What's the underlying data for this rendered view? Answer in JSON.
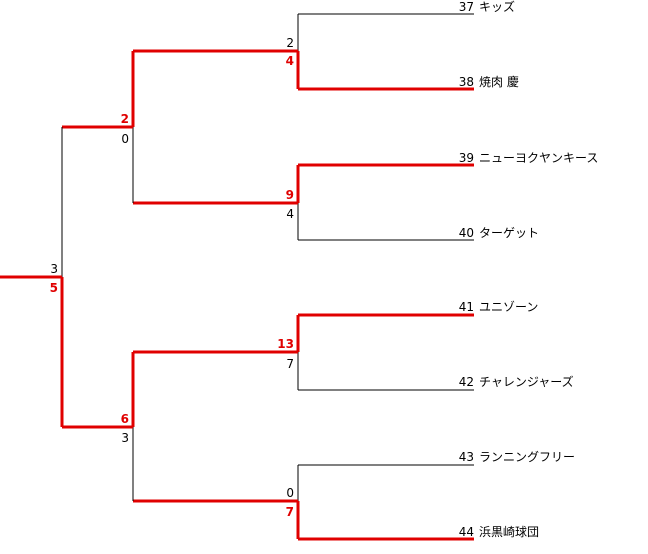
{
  "teams": [
    {
      "number": "37",
      "name": "キッズ"
    },
    {
      "number": "38",
      "name": "焼肉 慶"
    },
    {
      "number": "39",
      "name": "ニューヨクヤンキース"
    },
    {
      "number": "40",
      "name": "ターゲット"
    },
    {
      "number": "41",
      "name": "ユニゾーン"
    },
    {
      "number": "42",
      "name": "チャレンジャーズ"
    },
    {
      "number": "43",
      "name": "ランニングフリー"
    },
    {
      "number": "44",
      "name": "浜黒崎球団"
    }
  ],
  "round1": [
    {
      "top_score": "2",
      "bottom_score": "4",
      "winner": "bottom"
    },
    {
      "top_score": "9",
      "bottom_score": "4",
      "winner": "top"
    },
    {
      "top_score": "13",
      "bottom_score": "7",
      "winner": "top"
    },
    {
      "top_score": "0",
      "bottom_score": "7",
      "winner": "bottom"
    }
  ],
  "round2": [
    {
      "top_score": "2",
      "bottom_score": "0",
      "winner": "top"
    },
    {
      "top_score": "6",
      "bottom_score": "3",
      "winner": "top"
    }
  ],
  "final": {
    "top_score": "3",
    "bottom_score": "5",
    "winner": "bottom"
  },
  "colors": {
    "win": "#e00000",
    "line": "#000000"
  }
}
